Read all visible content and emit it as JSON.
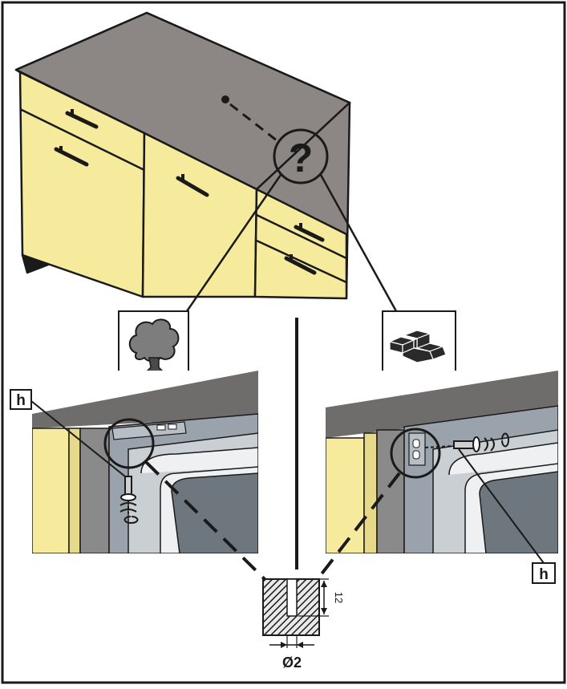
{
  "colors": {
    "cabinet_yellow": "#f6ea9c",
    "countertop": "#8c8784",
    "wall_gray": "#6f6d6c",
    "frame": "#9aa3ab",
    "frame_light": "#c9cfd3",
    "outline": "#1a1a1a"
  },
  "callout_symbol": "?",
  "icons": {
    "wood": "tree-icon",
    "stone": "stone-blocks-icon"
  },
  "label_h_left": "h",
  "label_h_right": "h",
  "dimension_depth": "12",
  "dimension_diameter": "Ø2"
}
